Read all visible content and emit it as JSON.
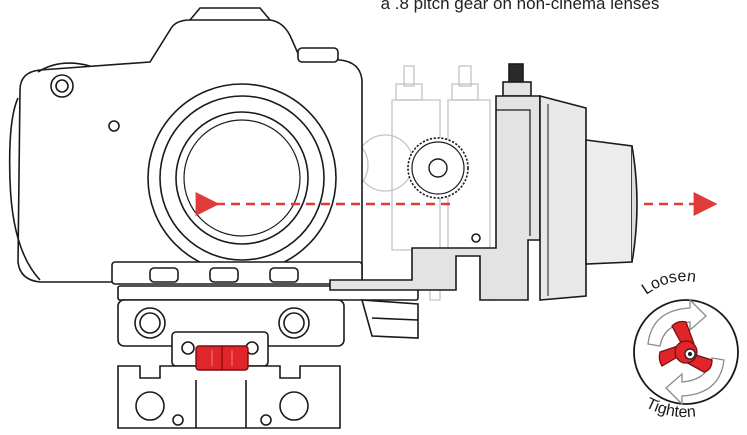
{
  "caption": "a .8 pitch gear on non-cinema lenses",
  "knob": {
    "loosen_label": "Loosen",
    "tighten_label": "Tighten"
  },
  "colors": {
    "arrow": "#e03a3a",
    "knob_red": "#e0262b",
    "outline": "#1a1a1a",
    "ghost_outline": "#bcbcbc",
    "follow_focus_fill": "#e3e3e3",
    "body_fill": "#ffffff"
  },
  "icons": [
    "camera-icon",
    "follow-focus-icon",
    "drive-gear-icon",
    "rod-clamp-icon",
    "thumb-knob-icon",
    "rotate-arrows-icon",
    "slide-arrow-icon"
  ]
}
